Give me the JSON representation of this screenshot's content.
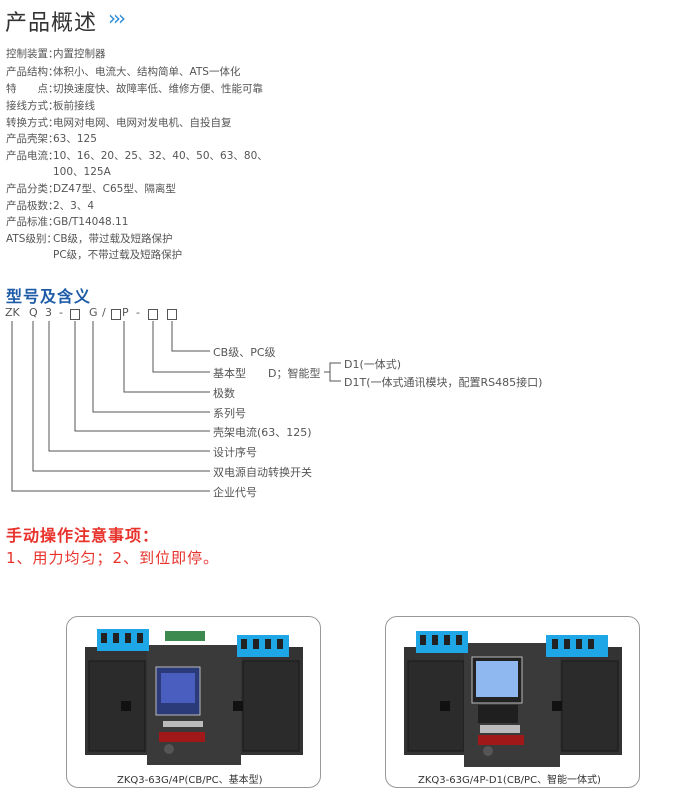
{
  "title": "产品概述",
  "title_chevrons": "›››",
  "specs": [
    {
      "label": "控制装置：",
      "value": "内置控制器"
    },
    {
      "label": "产品结构：",
      "value": "体积小、电流大、结构简单、ATS一体化"
    },
    {
      "label": "特　　点：",
      "value": "切换速度快、故障率低、维修方便、性能可靠"
    },
    {
      "label": "接线方式：",
      "value": "板前接线"
    },
    {
      "label": "转换方式：",
      "value": "电网对电网、电网对发电机、自投自复"
    },
    {
      "label": "产品壳架：",
      "value": "63、125"
    },
    {
      "label": "产品电流：",
      "value": "10、16、20、25、32、40、50、63、80、"
    },
    {
      "label": "",
      "value": "100、125A"
    },
    {
      "label": "产品分类：",
      "value": "DZ47型、C65型、隔离型"
    },
    {
      "label": "产品极数：",
      "value": "2、3、4"
    },
    {
      "label": "产品标准：",
      "value": "GB/T14048.11"
    },
    {
      "label": "ATS级别：",
      "value": "CB级，带过载及短路保护"
    },
    {
      "label": "",
      "value": "PC级，不带过载及短路保护"
    }
  ],
  "model_title": "型号及含义",
  "model_code": {
    "zk": "ZK",
    "q": "Q",
    "three": "3",
    "dash1": "-",
    "g": "G",
    "slash": "/",
    "p": "P",
    "dash2": "-"
  },
  "model_labels": {
    "cb_pc": "CB级、PC级",
    "basic": "基本型",
    "d_smart": "D；智能型",
    "d1": "D1(一体式)",
    "d1t": "D1T(一体式通讯模块，配置RS485接口)",
    "poles": "极数",
    "series": "系列号",
    "frame_current": "壳架电流(63、125)",
    "design_no": "设计序号",
    "dual_power": "双电源自动转换开关",
    "company_code": "企业代号"
  },
  "manual_title": "手动操作注意事项：",
  "manual_text": "1、用力均匀；2、到位即停。",
  "photos": [
    {
      "caption": "ZKQ3-63G/4P(CB/PC、基本型)"
    },
    {
      "caption": "ZKQ3-63G/4P-D1(CB/PC、智能一体式)"
    }
  ],
  "colors": {
    "accent_blue": "#2a8bd6",
    "heading_blue": "#1f5ca8",
    "warning_red": "#e8322b",
    "terminal_blue": "#1fa6e6"
  }
}
